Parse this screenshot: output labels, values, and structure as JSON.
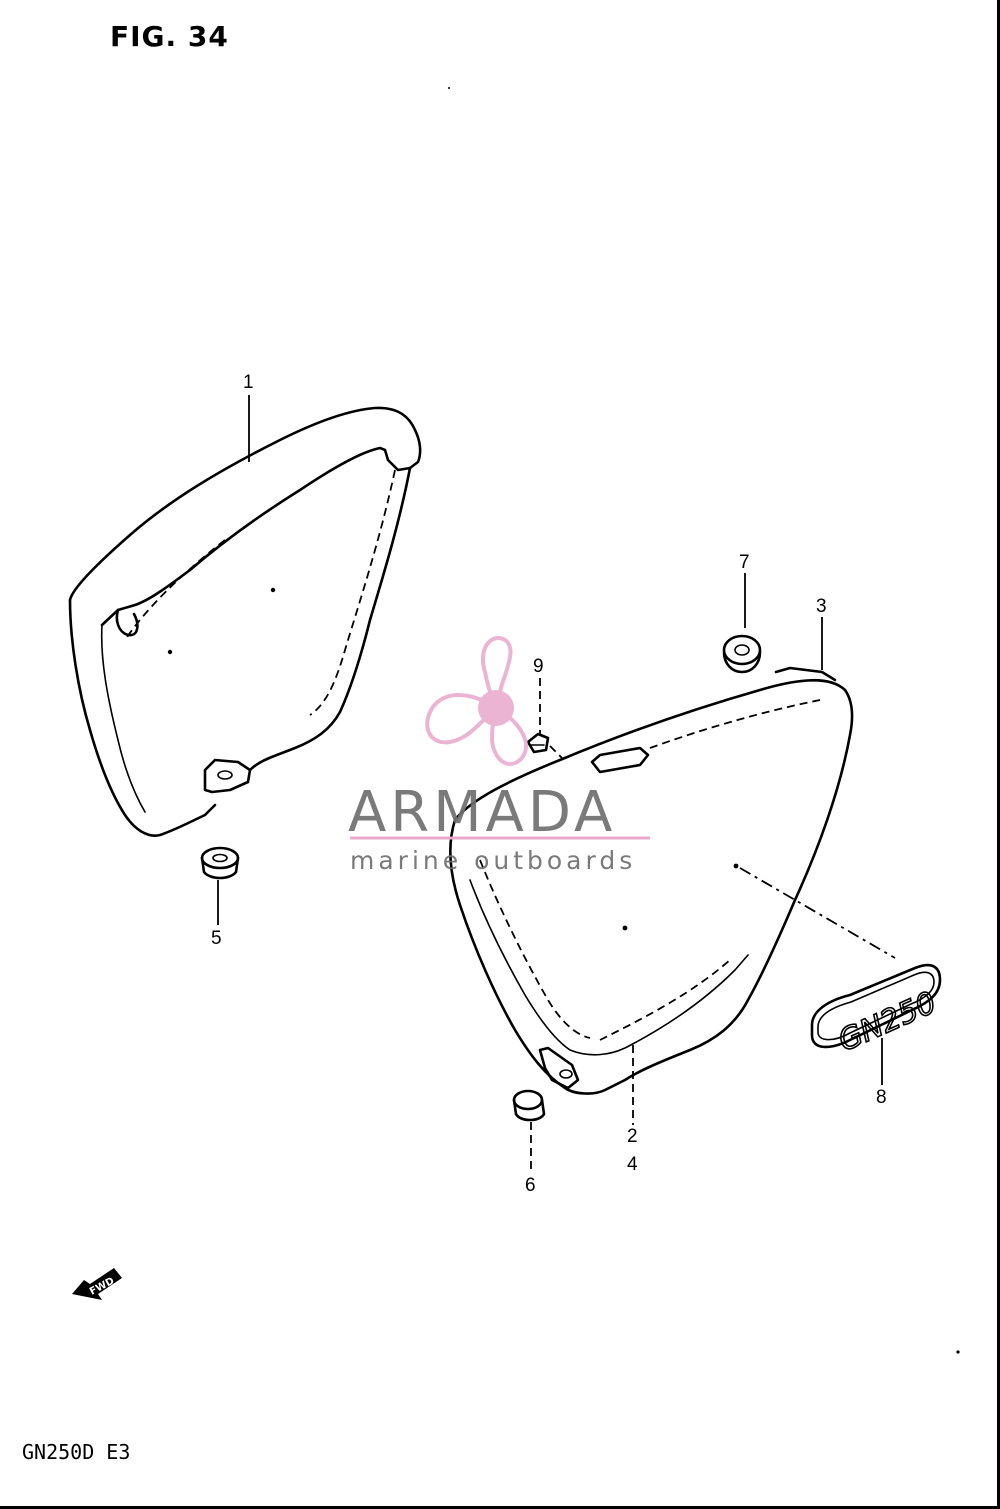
{
  "figure": {
    "title": "FIG. 34",
    "model_code": "GN250D E3"
  },
  "callouts": [
    {
      "id": "1",
      "label": "1"
    },
    {
      "id": "2",
      "label": "2"
    },
    {
      "id": "3",
      "label": "3"
    },
    {
      "id": "4",
      "label": "4"
    },
    {
      "id": "5",
      "label": "5"
    },
    {
      "id": "6",
      "label": "6"
    },
    {
      "id": "7",
      "label": "7"
    },
    {
      "id": "8",
      "label": "8"
    },
    {
      "id": "9",
      "label": "9"
    }
  ],
  "emblem_text": "GN250",
  "direction_marker": "FWD",
  "watermark": {
    "brand": "ARMADA",
    "tagline": "marine outboards",
    "accent_color": "#e8a8cc",
    "text_color": "#6f6f6f"
  }
}
